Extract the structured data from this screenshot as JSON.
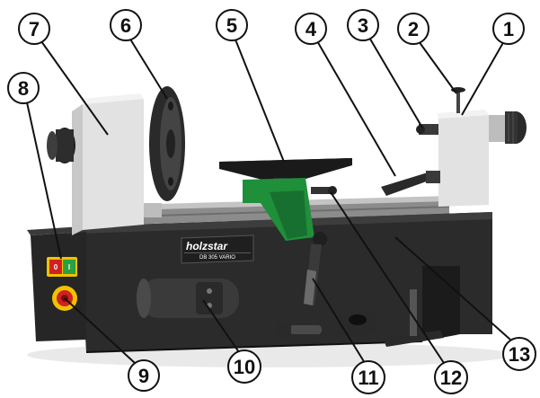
{
  "brand": {
    "logo_text": "holzstar",
    "model_text": "DB 305 VARIO"
  },
  "switch": {
    "off_label": "0",
    "on_label": "I"
  },
  "callouts": [
    {
      "id": "1",
      "label": "1"
    },
    {
      "id": "2",
      "label": "2"
    },
    {
      "id": "3",
      "label": "3"
    },
    {
      "id": "4",
      "label": "4"
    },
    {
      "id": "5",
      "label": "5"
    },
    {
      "id": "6",
      "label": "6"
    },
    {
      "id": "7",
      "label": "7"
    },
    {
      "id": "8",
      "label": "8"
    },
    {
      "id": "9",
      "label": "9"
    },
    {
      "id": "10",
      "label": "10"
    },
    {
      "id": "11",
      "label": "11"
    },
    {
      "id": "12",
      "label": "12"
    },
    {
      "id": "13",
      "label": "13"
    }
  ],
  "colors": {
    "machine_body": "#2b2b2b",
    "bed_rail": "#9a9a9a",
    "housing": "#e2e2e2",
    "tool_rest_green": "#1f8f3a",
    "switch_red": "#d02020",
    "switch_green": "#2aa040",
    "emergency_yellow": "#f2c200"
  }
}
